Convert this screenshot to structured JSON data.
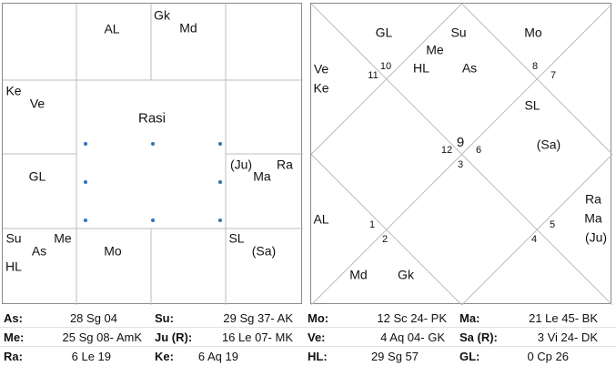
{
  "south": {
    "title": "Rasi",
    "houses": [
      {
        "id": "pi",
        "items": [
          "AL"
        ]
      },
      {
        "id": "ar",
        "items": [
          "Gk",
          "Md"
        ]
      },
      {
        "id": "aq",
        "items": [
          "Ke",
          "Ve"
        ]
      },
      {
        "id": "cp",
        "items": [
          "GL"
        ]
      },
      {
        "id": "le",
        "items": [
          "(Ju)",
          "Ma",
          "Ra"
        ]
      },
      {
        "id": "sg",
        "items": [
          "Su",
          "Me",
          "As",
          "HL"
        ]
      },
      {
        "id": "sc",
        "items": [
          "Mo"
        ]
      },
      {
        "id": "vi",
        "items": [
          "SL",
          "(Sa)"
        ]
      }
    ]
  },
  "north": {
    "center_number": "9",
    "numbers": [
      "10",
      "11",
      "8",
      "7",
      "12",
      "6",
      "3",
      "1",
      "2",
      "5",
      "4"
    ],
    "planets": [
      "GL",
      "Su",
      "Mo",
      "Me",
      "HL",
      "As",
      "Ve",
      "Ke",
      "SL",
      "(Sa)",
      "AL",
      "Ra",
      "Ma",
      "(Ju)",
      "Md",
      "Gk"
    ]
  },
  "table": {
    "rows": [
      [
        {
          "k": "As:",
          "v": "28 Sg 04"
        },
        {
          "k": "Su:",
          "v": "29 Sg 37- AK"
        },
        {
          "k": "Mo:",
          "v": "12 Sc 24- PK"
        },
        {
          "k": "Ma:",
          "v": "21 Le 45- BK"
        }
      ],
      [
        {
          "k": "Me:",
          "v": "25 Sg 08- AmK"
        },
        {
          "k": "Ju (R):",
          "v": "16 Le 07- MK"
        },
        {
          "k": "Ve:",
          "v": "4 Aq 04- GK"
        },
        {
          "k": "Sa (R):",
          "v": "3 Vi 24- DK"
        }
      ],
      [
        {
          "k": "Ra:",
          "v": "6 Le 19"
        },
        {
          "k": "Ke:",
          "v": "6 Aq 19"
        },
        {
          "k": "HL:",
          "v": "29 Sg 57"
        },
        {
          "k": "GL:",
          "v": "0 Cp 26"
        }
      ]
    ]
  }
}
